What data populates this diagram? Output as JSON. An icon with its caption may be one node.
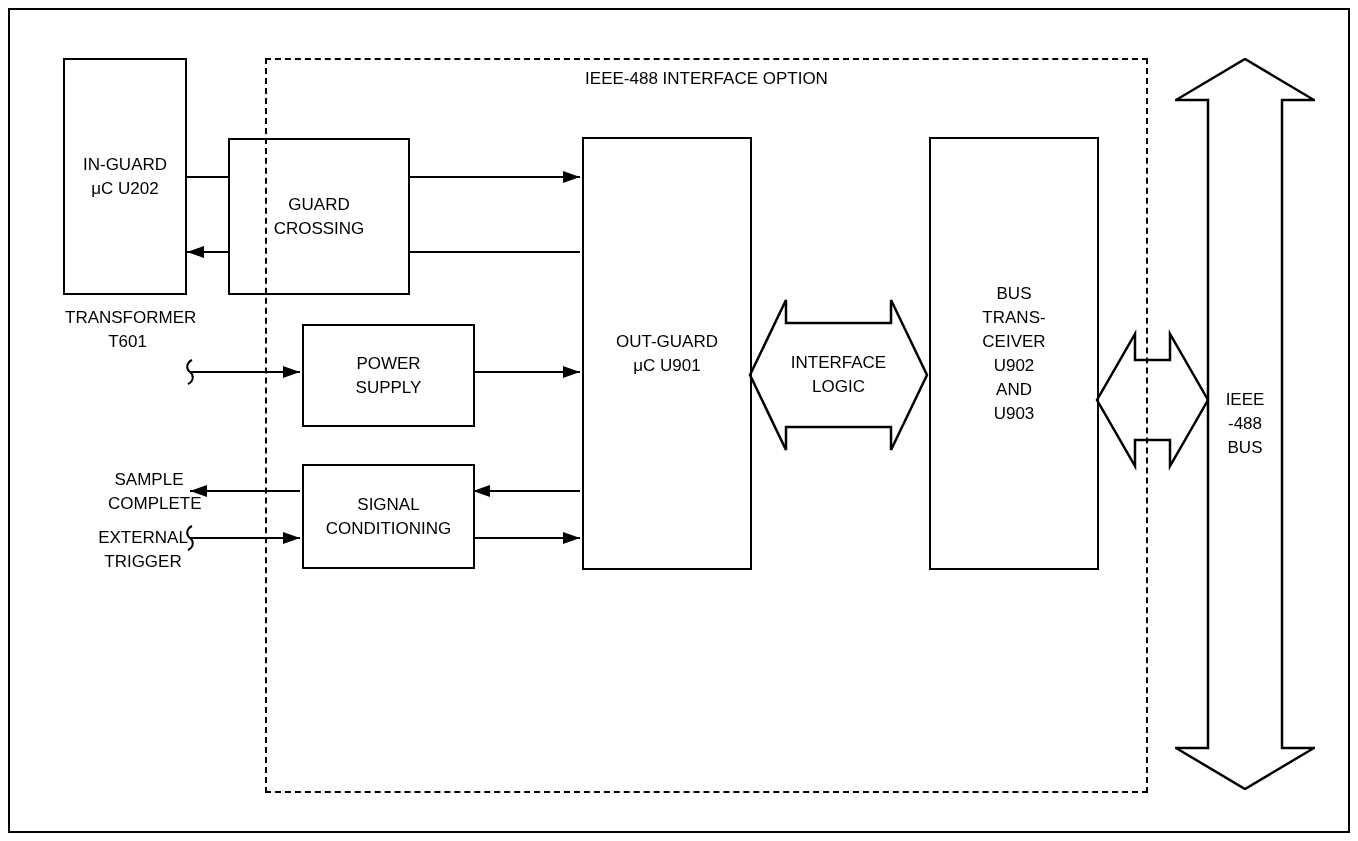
{
  "diagram": {
    "nodes": [
      {
        "text": [
          "IEEE-488 INTERFACE OPTION"
        ]
      },
      {
        "text": [
          "IN-GUARD μC U202"
        ]
      },
      {
        "text": [
          "GUARD CROSSING"
        ]
      },
      {
        "text": [
          "POWER SUPPLY"
        ],
        "in": 0
      },
      {
        "text": [
          "SIGNAL CONDITIONING"
        ],
        "in": 0
      },
      {
        "text": [
          "OUT-GUARD μC U901"
        ],
        "in": 0
      },
      {
        "text": [
          "BUS TRANS- CEIVER U902 AND U903"
        ],
        "in": 0
      },
      {
        "text": [
          "IEEE -488 BUS"
        ]
      },
      {
        "text": [
          "TRANSFORMER T601"
        ]
      },
      {
        "text": [
          "SAMPLE COMPLETE"
        ]
      },
      {
        "text": [
          "EXTERNAL TRIGGER"
        ]
      }
    ],
    "edges": [
      {
        "from": 1,
        "to": 2,
        "arrow": "none"
      },
      {
        "from": 2,
        "to": 5,
        "arrow": "to"
      },
      {
        "from": 5,
        "to": 2,
        "arrow": "none"
      },
      {
        "from": 2,
        "to": 1,
        "arrow": "to"
      },
      {
        "from": 8,
        "to": 3,
        "arrow": "to"
      },
      {
        "from": 3,
        "to": 5,
        "arrow": "to"
      },
      {
        "from": 5,
        "to": 4,
        "arrow": "to"
      },
      {
        "from": 4,
        "to": 9,
        "arrow": "to"
      },
      {
        "from": 10,
        "to": 4,
        "arrow": "to"
      },
      {
        "from": 4,
        "to": 5,
        "arrow": "to"
      },
      {
        "from": 5,
        "to": 6,
        "arrow": "both",
        "label": "INTERFACE LOGIC",
        "style": "thick"
      },
      {
        "from": 6,
        "to": 7,
        "arrow": "both",
        "style": "thick"
      }
    ]
  }
}
